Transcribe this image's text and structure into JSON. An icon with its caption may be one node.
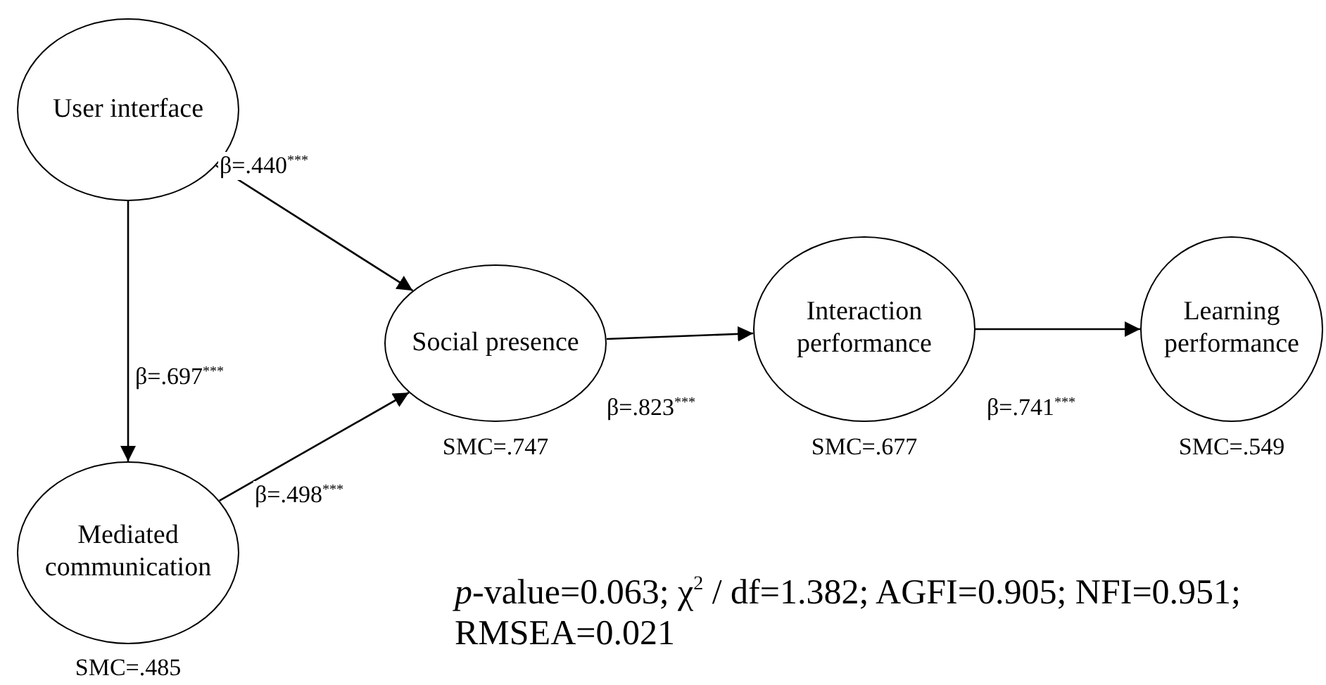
{
  "diagram": {
    "nodes": [
      {
        "text": [
          "User interface"
        ]
      },
      {
        "text": [
          "Mediated communication"
        ],
        "beside": [
          "SMC=.485"
        ]
      },
      {
        "text": [
          "Social presence"
        ],
        "beside": [
          "SMC=.747"
        ]
      },
      {
        "text": [
          "Interaction performance"
        ],
        "beside": [
          "SMC=.677"
        ]
      },
      {
        "text": [
          "Learning performance"
        ],
        "beside": [
          "SMC=.549"
        ]
      }
    ],
    "edges": [
      {
        "from": 0,
        "to": 2,
        "arrow": "to",
        "label": "β=.440$^{***}$"
      },
      {
        "from": 0,
        "to": 1,
        "arrow": "to",
        "label": "β=.697$^{***}$"
      },
      {
        "from": 1,
        "to": 2,
        "arrow": "to",
        "label": "β=.498$^{***}$"
      },
      {
        "from": 2,
        "to": 3,
        "arrow": "to",
        "label": "β=.823$^{***}$"
      },
      {
        "from": 3,
        "to": 4,
        "arrow": "to",
        "label": "β=.741$^{***}$"
      }
    ],
    "labels": [
      "*p*-value=0.063; χ$^{2}$ / df=1.382; AGFI=0.905; NFI=0.951; RMSEA=0.021"
    ]
  }
}
